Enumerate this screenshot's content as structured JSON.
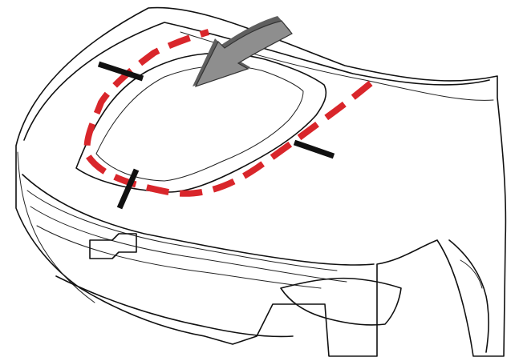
{
  "figure": {
    "subject": "truck-front-hood",
    "colors": {
      "outline": "#111111",
      "dashed_path": "#d9262b",
      "marker": "#111111",
      "arrow_fill": "#8e8e8e",
      "arrow_shadow": "#5f5f5f",
      "background": "#ffffff"
    },
    "markers_count": 3,
    "arrow_direction": "down-left"
  }
}
